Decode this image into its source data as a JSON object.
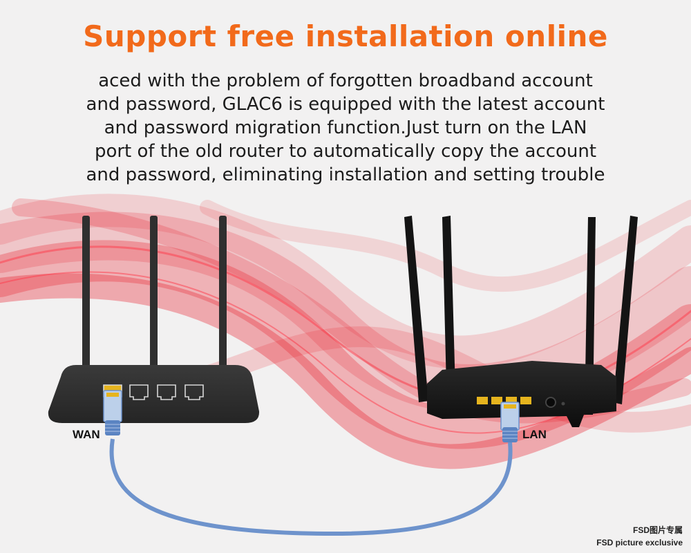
{
  "headline": "Support free installation online",
  "body_lines": [
    "aced with the problem of forgotten broadband account",
    "and password, GLAC6 is equipped with the latest account",
    "and password migration function.Just turn on the LAN",
    "port of the old router to automatically copy the account",
    "and password, eliminating installation and setting trouble"
  ],
  "labels": {
    "wan": "WAN",
    "lan": "LAN"
  },
  "watermark": {
    "line1": "FSD图片专属",
    "line2": "FSD picture exclusive"
  },
  "colors": {
    "headline": "#f26a1b",
    "text": "#1c1c1c",
    "background": "#f2f1f1",
    "wave": "#e8202e",
    "cable": "#6e93cc",
    "router_body": "#2c2c2c",
    "port_gold": "#e6b41e"
  }
}
